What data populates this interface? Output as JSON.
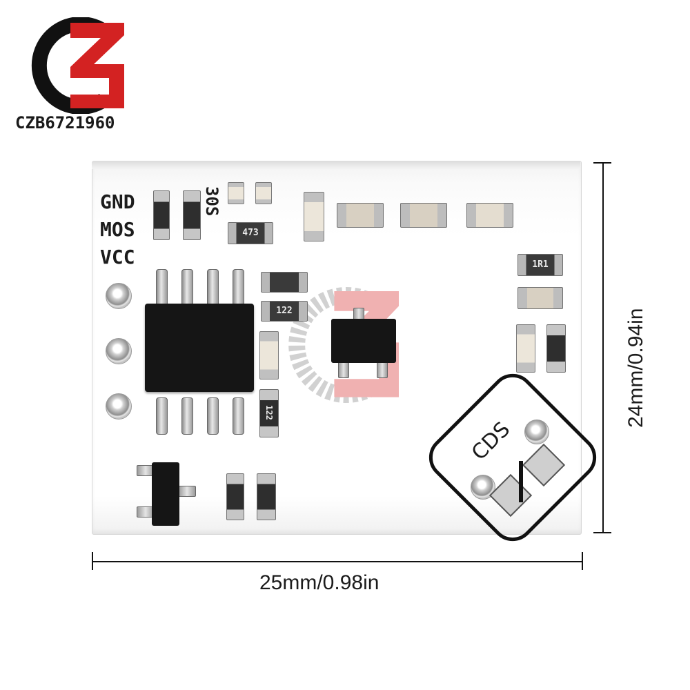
{
  "logo": {
    "text": "CZB6721960",
    "colors": {
      "ring": "#111111",
      "accent": "#d32222"
    }
  },
  "board": {
    "silkscreen": {
      "gnd": "GND",
      "mos": "MOS",
      "vcc": "VCC",
      "code": "30S"
    },
    "sensor_label": "CDS",
    "resistor_codes": [
      "473",
      "1R1",
      "122",
      "122"
    ],
    "colors": {
      "pcb": "#ffffff",
      "chip": "#151515",
      "silk": "#1c1c1c"
    }
  },
  "dimensions": {
    "width_label": "25mm/0.98in",
    "height_label": "24mm/0.94in"
  }
}
